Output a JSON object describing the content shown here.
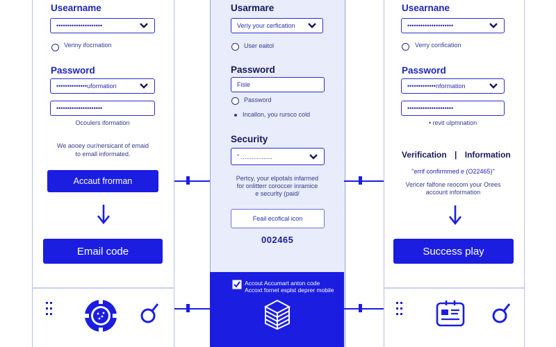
{
  "colors": {
    "accent": "#1b1ee0",
    "panel_bg": "#e9ecfb",
    "text_dark": "#15185a"
  },
  "left": {
    "username_label": "Usearname",
    "username_value": "•••••••••••••••••••••",
    "verify_label": "Veriny ifocmation",
    "password_label": "Password",
    "password_value": "••••••••••••••uformation",
    "password_confirm_value": "•••••••••••••••••••••",
    "hint": "Ocoulers iformation",
    "note_line1": "We aooey our/nersicant of emaid",
    "note_line2": "to emall informated.",
    "account_button": "Accaut frorman",
    "email_button": "Email code"
  },
  "middle": {
    "username_label": "Usarmare",
    "verify_select": "Veriy your cerfication",
    "user_email_option": "User eaitol",
    "password_label": "Password",
    "password_field": "Fisle",
    "password_option": "Password",
    "location_option": "Incallon, you rursco cold",
    "security_label": "Security",
    "security_value": "\" ..................",
    "note_line1": "Pertcy, your elpotals infarmed",
    "note_line2": "for onlitterr coroccer inramice",
    "note_line3": "e securlty (paid/",
    "email_field": "Feail ecofical icon",
    "code": "002465",
    "checkbox_text_line1": "Accout Accumart anton code",
    "checkbox_text_line2": "Accoxt fornet esplst deprer mobile"
  },
  "right": {
    "username_label": "Usearnane",
    "username_value": "•••••••••••••••••••••",
    "verify_label": "Verry confication",
    "password_label": "Password",
    "password_value": "•••••••••••••nformation",
    "password_confirm_value": "•••••••••••••••••••••",
    "hint": "• revit ulpmnation",
    "verification_title": "Verification",
    "information_title": "Information",
    "confirmed_text": "\"errif confirmmed   e   (O22465)\"",
    "note_line1": "Vericer falfone reocom your Orees",
    "note_line2": "account information",
    "success_button": "Success play"
  },
  "icons": [
    "chevron-down-icon",
    "arrow-down-icon",
    "dot-grid-icon",
    "poker-chip-icon",
    "magnifier-icon",
    "document-stack-icon",
    "id-card-icon",
    "checkbox-icon"
  ]
}
